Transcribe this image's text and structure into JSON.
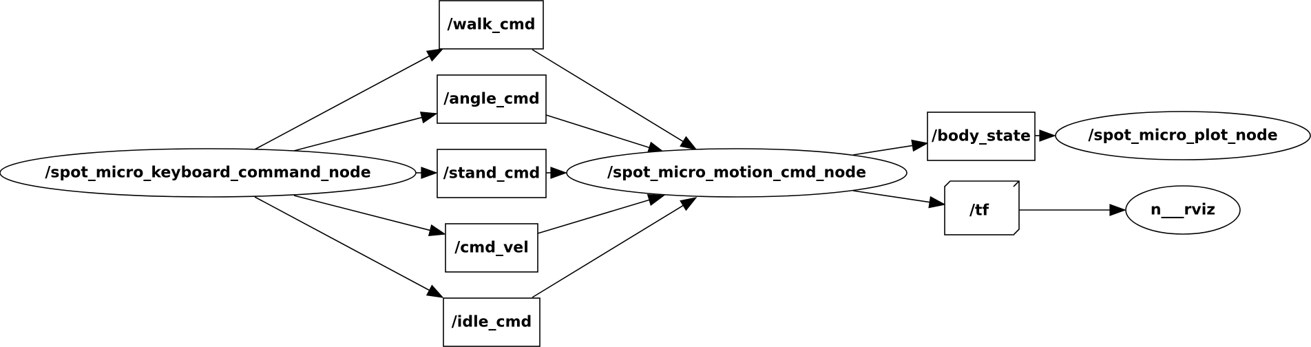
{
  "graph": {
    "nodes": [
      {
        "id": "keyboard",
        "kind": "node",
        "label": "/spot_micro_keyboard_command_node"
      },
      {
        "id": "walk",
        "kind": "topic",
        "label": "/walk_cmd"
      },
      {
        "id": "angle",
        "kind": "topic",
        "label": "/angle_cmd"
      },
      {
        "id": "stand",
        "kind": "topic",
        "label": "/stand_cmd"
      },
      {
        "id": "cmdvel",
        "kind": "topic",
        "label": "/cmd_vel"
      },
      {
        "id": "idle",
        "kind": "topic",
        "label": "/idle_cmd"
      },
      {
        "id": "motion",
        "kind": "node",
        "label": "/spot_micro_motion_cmd_node"
      },
      {
        "id": "body",
        "kind": "topic",
        "label": "/body_state"
      },
      {
        "id": "tf",
        "kind": "topic",
        "label": "/tf"
      },
      {
        "id": "plot",
        "kind": "node",
        "label": "/spot_micro_plot_node"
      },
      {
        "id": "rviz",
        "kind": "node",
        "label": "n___rviz"
      }
    ],
    "edges": [
      {
        "from": "keyboard",
        "to": "walk"
      },
      {
        "from": "keyboard",
        "to": "angle"
      },
      {
        "from": "keyboard",
        "to": "stand"
      },
      {
        "from": "keyboard",
        "to": "cmdvel"
      },
      {
        "from": "keyboard",
        "to": "idle"
      },
      {
        "from": "walk",
        "to": "motion"
      },
      {
        "from": "angle",
        "to": "motion"
      },
      {
        "from": "stand",
        "to": "motion"
      },
      {
        "from": "cmdvel",
        "to": "motion"
      },
      {
        "from": "idle",
        "to": "motion"
      },
      {
        "from": "motion",
        "to": "body"
      },
      {
        "from": "motion",
        "to": "tf"
      },
      {
        "from": "body",
        "to": "plot"
      },
      {
        "from": "tf",
        "to": "rviz"
      }
    ]
  }
}
